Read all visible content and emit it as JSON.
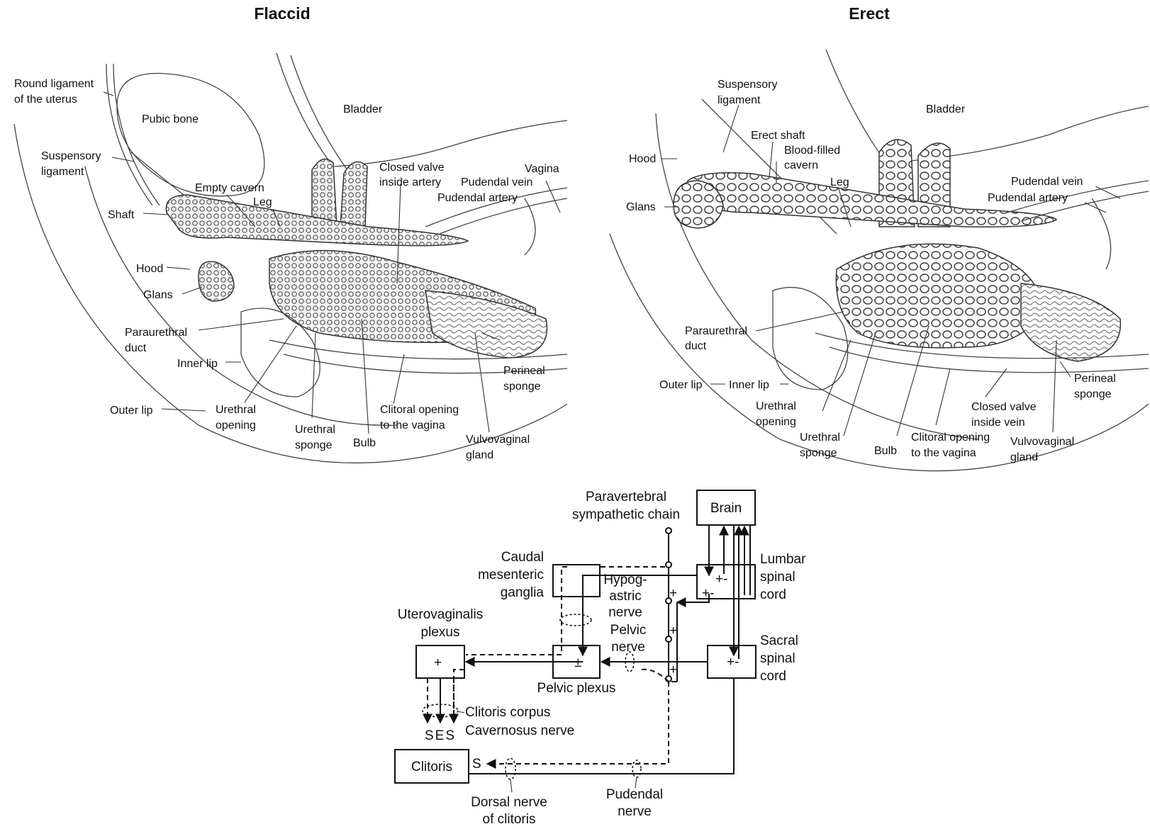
{
  "titles": {
    "flaccid": "Flaccid",
    "erect": "Erect"
  },
  "flaccid_labels": {
    "round_ligament_1": "Round ligament",
    "round_ligament_2": "of the uterus",
    "pubic_bone": "Pubic bone",
    "bladder": "Bladder",
    "suspensory_1": "Suspensory",
    "suspensory_2": "ligament",
    "empty_cavern": "Empty cavern",
    "leg": "Leg",
    "closed_valve_1": "Closed valve",
    "closed_valve_2": "inside artery",
    "vagina": "Vagina",
    "pudendal_vein": "Pudendal vein",
    "pudendal_artery": "Pudendal artery",
    "shaft": "Shaft",
    "hood": "Hood",
    "glans": "Glans",
    "paraurethral_1": "Paraurethral",
    "paraurethral_2": "duct",
    "inner_lip": "Inner lip",
    "perineal_1": "Perineal",
    "perineal_2": "sponge",
    "outer_lip": "Outer lip",
    "urethral_opening_1": "Urethral",
    "urethral_opening_2": "opening",
    "urethral_sponge_1": "Urethral",
    "urethral_sponge_2": "sponge",
    "bulb": "Bulb",
    "clitoral_opening_1": "Clitoral opening",
    "clitoral_opening_2": "to the vagina",
    "vulvovaginal_1": "Vulvovaginal",
    "vulvovaginal_2": "gland"
  },
  "erect_labels": {
    "suspensory_1": "Suspensory",
    "suspensory_2": "ligament",
    "bladder": "Bladder",
    "erect_shaft": "Erect shaft",
    "blood_cavern_1": "Blood-filled",
    "blood_cavern_2": "cavern",
    "hood": "Hood",
    "leg": "Leg",
    "pudendal_vein": "Pudendal vein",
    "pudendal_artery": "Pudendal artery",
    "glans": "Glans",
    "paraurethral_1": "Paraurethral",
    "paraurethral_2": "duct",
    "outer_lip": "Outer lip",
    "inner_lip": "Inner lip",
    "perineal_1": "Perineal",
    "perineal_2": "sponge",
    "urethral_opening_1": "Urethral",
    "urethral_opening_2": "opening",
    "closed_valve_1": "Closed valve",
    "closed_valve_2": "inside vein",
    "urethral_sponge_1": "Urethral",
    "urethral_sponge_2": "sponge",
    "bulb": "Bulb",
    "clitoral_opening_1": "Clitoral opening",
    "clitoral_opening_2": "to the vagina",
    "vulvovaginal_1": "Vulvovaginal",
    "vulvovaginal_2": "gland"
  },
  "circuit": {
    "paravertebral_1": "Paravertebral",
    "paravertebral_2": "sympathetic chain",
    "brain": "Brain",
    "caudal_1": "Caudal",
    "caudal_2": "mesenteric",
    "caudal_3": "ganglia",
    "lumbar_1": "Lumbar",
    "lumbar_2": "spinal",
    "lumbar_3": "cord",
    "hypogastric_1": "Hypog-",
    "hypogastric_2": "astric",
    "hypogastric_3": "nerve",
    "uterovaginalis_1": "Uterovaginalis",
    "uterovaginalis_2": "plexus",
    "pelvic_nerve_1": "Pelvic",
    "pelvic_nerve_2": "nerve",
    "sacral_1": "Sacral",
    "sacral_2": "spinal",
    "sacral_3": "cord",
    "pelvic_plexus": "Pelvic plexus",
    "corpus_1": "Clitoris corpus",
    "corpus_2": "Cavernosus nerve",
    "ses": "SES",
    "clitoris": "Clitoris",
    "s_mark": "S",
    "dorsal_1": "Dorsal nerve",
    "dorsal_2": "of clitoris",
    "pudendal_1": "Pudendal",
    "pudendal_2": "nerve",
    "plus": "+",
    "plus_minus": "+-",
    "pm_sign": "±"
  }
}
